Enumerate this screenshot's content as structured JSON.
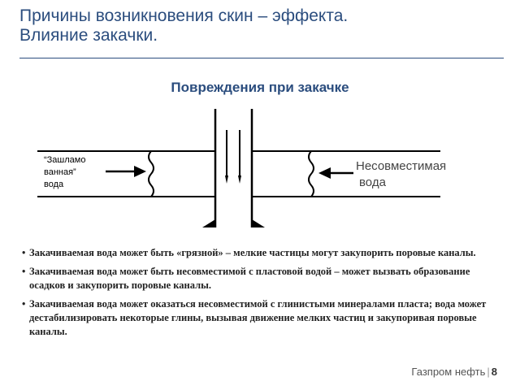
{
  "slide": {
    "title_lines": [
      "Причины возникновения скин – эффекта.",
      "Влияние закачки."
    ],
    "subtitle": "Повреждения при закачке"
  },
  "diagram": {
    "label_left_lines": [
      "“Зашламо",
      "ванная”",
      "вода"
    ],
    "label_right_lines": [
      "Несовместимая",
      "вода"
    ],
    "line_color": "#000000"
  },
  "bullets": [
    "Закачиваемая вода может быть «грязной» – мелкие частицы могут закупорить поровые каналы.",
    "Закачиваемая вода может быть несовместимой с пластовой водой – может вызвать образование осадков и закупорить поровые каналы.",
    "Закачиваемая вода может оказаться несовместимой с глинистыми минералами пласта; вода может дестабилизировать некоторые глины, вызывая движение мелких частиц и закупоривая поровые каналы."
  ],
  "footer": {
    "company": "Газпром нефть",
    "separator": "|",
    "page_number": "8"
  },
  "colors": {
    "title": "#2b4d7e",
    "text": "#222222"
  }
}
